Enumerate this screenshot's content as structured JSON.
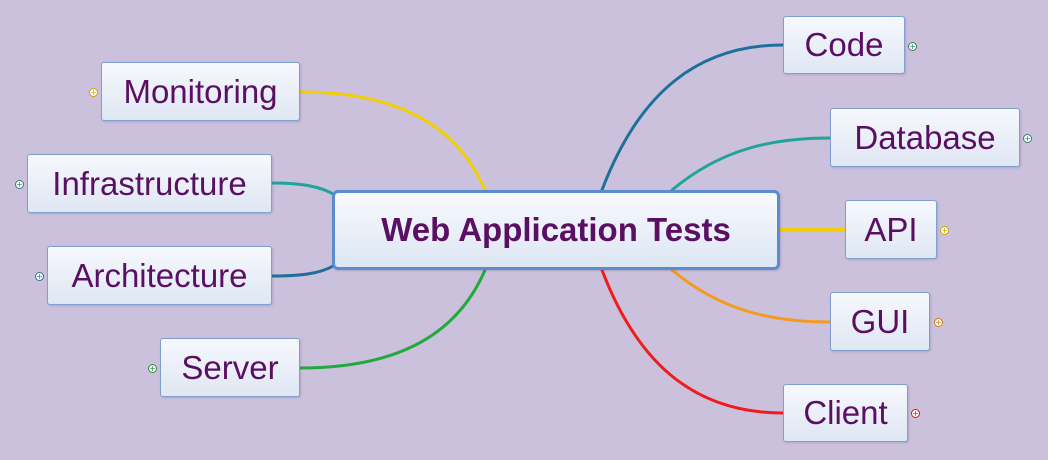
{
  "central": {
    "label": "Web Application Tests"
  },
  "branches": [
    {
      "id": "code",
      "label": "Code",
      "color": "#1f6f9c",
      "expander_color": "#3a7a5a"
    },
    {
      "id": "database",
      "label": "Database",
      "color": "#1fa39a",
      "expander_color": "#3a7a7a"
    },
    {
      "id": "api",
      "label": "API",
      "color": "#f2d000",
      "expander_color": "#c9a400"
    },
    {
      "id": "gui",
      "label": "GUI",
      "color": "#f59a1a",
      "expander_color": "#d07a10"
    },
    {
      "id": "client",
      "label": "Client",
      "color": "#ee1c1c",
      "expander_color": "#cc1a1a"
    },
    {
      "id": "monitoring",
      "label": "Monitoring",
      "color": "#f2d000",
      "expander_color": "#c9a400"
    },
    {
      "id": "infrastructure",
      "label": "Infrastructure",
      "color": "#1fa39a",
      "expander_color": "#3a7a7a"
    },
    {
      "id": "architecture",
      "label": "Architecture",
      "color": "#1f6f9c",
      "expander_color": "#2f6f8f"
    },
    {
      "id": "server",
      "label": "Server",
      "color": "#1faa3a",
      "expander_color": "#2f8a3f"
    }
  ],
  "expander_symbol": "+"
}
